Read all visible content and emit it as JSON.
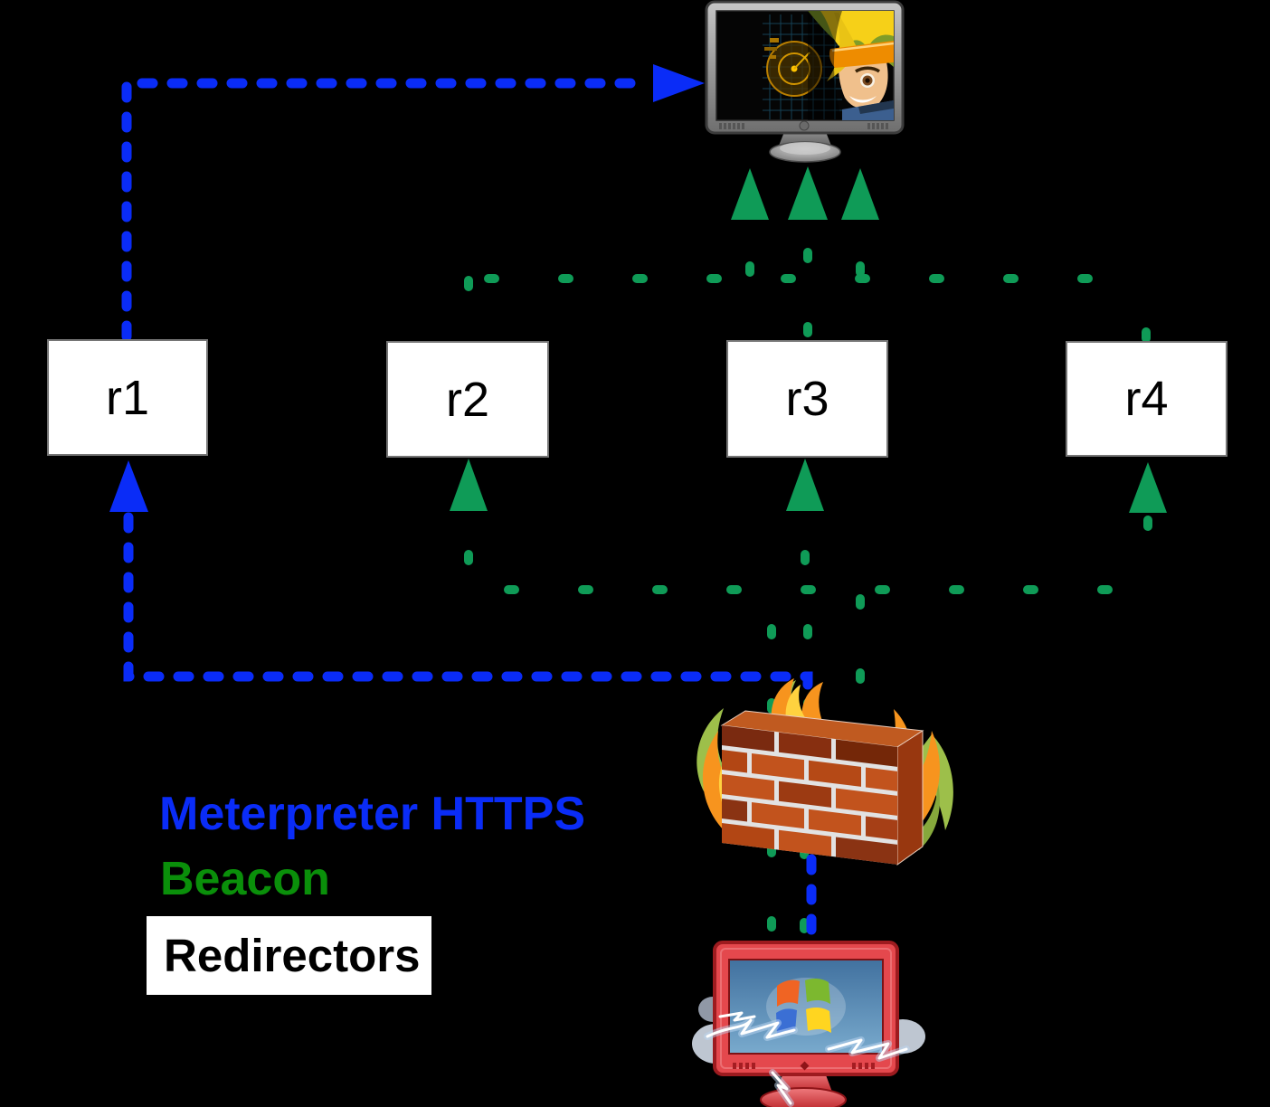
{
  "diagram": {
    "background_color": "#000000",
    "nodes": [
      {
        "id": "r1",
        "label": "r1"
      },
      {
        "id": "r2",
        "label": "r2"
      },
      {
        "id": "r3",
        "label": "r3"
      },
      {
        "id": "r4",
        "label": "r4"
      }
    ],
    "node_style": {
      "fill": "#ffffff",
      "border_color": "#757575",
      "text_color": "#000000"
    },
    "legend": {
      "meterpreter_label": "Meterpreter HTTPS",
      "meterpreter_color": "#0a2cf7",
      "beacon_label": "Beacon",
      "beacon_text_color": "#0a8f0a",
      "redirectors_label": "Redirectors",
      "redirectors_text_color": "#000000",
      "redirectors_background": "#ffffff"
    },
    "lines": {
      "meterpreter": {
        "name": "Meterpreter HTTPS",
        "color": "#0a2cf7",
        "style": "dashed"
      },
      "beacon": {
        "name": "Beacon",
        "color": "#0f9b57",
        "style": "dashed"
      }
    },
    "icons": {
      "attacker": "hacker-computer-icon",
      "firewall": "firewall-icon",
      "victim": "windows-computer-icon"
    }
  }
}
